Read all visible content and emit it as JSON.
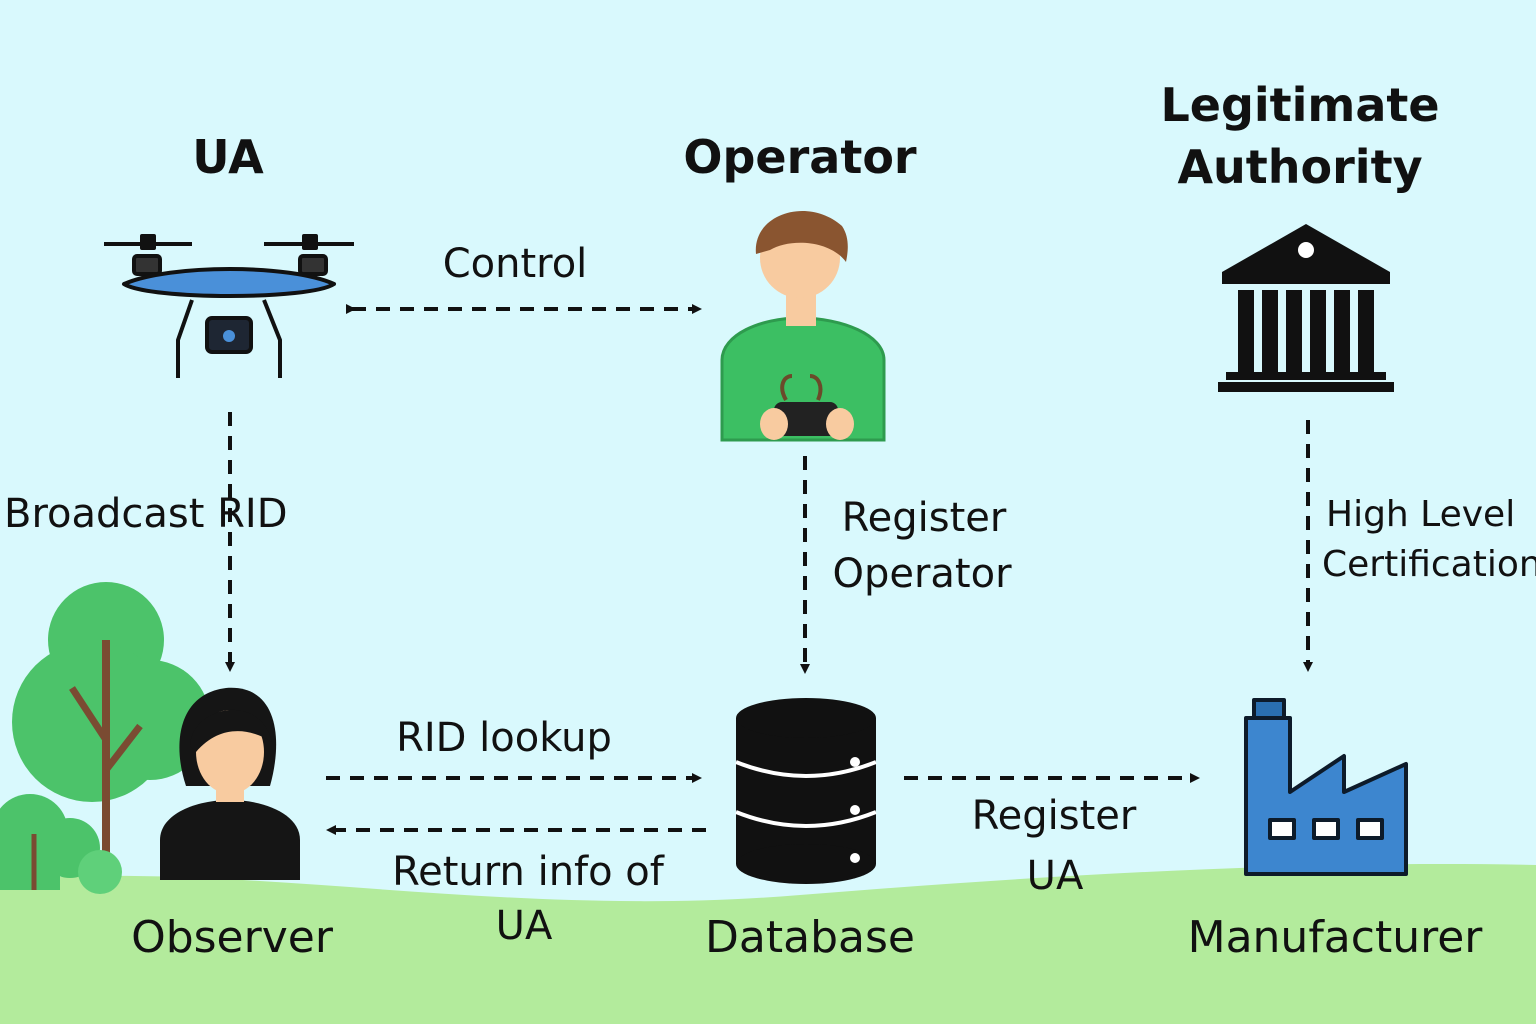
{
  "nodes": {
    "ua": {
      "title": "UA",
      "icon": "drone-icon"
    },
    "operator": {
      "title": "Operator",
      "icon": "operator-person-icon"
    },
    "authority": {
      "title_line1": "Legitimate",
      "title_line2": "Authority",
      "icon": "government-building-icon"
    },
    "observer": {
      "name": "Observer",
      "icon": "observer-person-icon"
    },
    "database": {
      "name": "Database",
      "icon": "database-icon"
    },
    "manufacturer": {
      "name": "Manufacturer",
      "icon": "factory-icon"
    }
  },
  "edges": {
    "control": "Control",
    "broadcast_rid": "Broadcast RID",
    "register_operator_line1": "Register",
    "register_operator_line2": "Operator",
    "high_level_line1": "High Level",
    "high_level_line2": "Certification",
    "rid_lookup": "RID lookup",
    "return_info_line1": "Return info of",
    "return_info_line2": "UA",
    "register_ua_line1": "Register",
    "register_ua_line2": "UA"
  },
  "colors": {
    "sky": "#d9f9fd",
    "ground": "#b3eb9c",
    "drone_body": "#4a90d9",
    "operator_shirt": "#3cbf63",
    "tree": "#4cc36a",
    "factory": "#3d86cf",
    "ink": "#111111"
  }
}
